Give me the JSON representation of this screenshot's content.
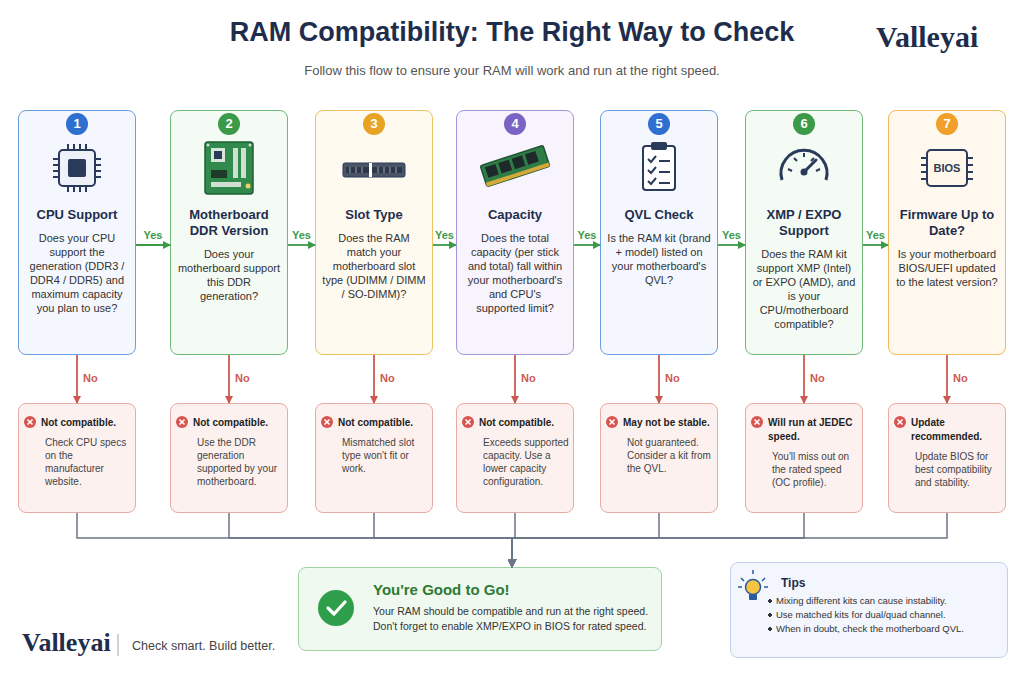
{
  "diagram": {
    "title": "RAM Compatibility: The Right Way to Check",
    "caption": "Follow this flow to ensure your RAM will work and run at the right speed.",
    "nodes": [
      {
        "text": [
          "1",
          "CPU Support",
          "Does your CPU support the generation (DDR3 / DDR4 / DDR5) and maximum capacity you plan to use?"
        ]
      },
      {
        "text": [
          "2",
          "Motherboard DDR Version",
          "Does your motherboard support this DDR generation?"
        ]
      },
      {
        "text": [
          "3",
          "Slot Type",
          "Does the RAM match your motherboard slot type (UDIMM / DIMM / SO-DIMM)?"
        ]
      },
      {
        "text": [
          "4",
          "Capacity",
          "Does the total capacity (per stick and total) fall within your motherboard's and CPU's supported limit?"
        ]
      },
      {
        "text": [
          "5",
          "QVL Check",
          "Is the RAM kit (brand + model) listed on your motherboard's QVL?"
        ]
      },
      {
        "text": [
          "6",
          "XMP / EXPO Support",
          "Does the RAM kit support XMP (Intel) or EXPO (AMD), and is your CPU/motherboard compatible?"
        ]
      },
      {
        "text": [
          "7",
          "Firmware Up to Date?",
          "Is your motherboard BIOS/UEFI updated to the latest version?"
        ]
      },
      {
        "text": [
          "Not compatible.",
          "Check CPU specs on the manufacturer website."
        ]
      },
      {
        "text": [
          "Not compatible.",
          "Use the DDR generation supported by your motherboard."
        ]
      },
      {
        "text": [
          "Not compatible.",
          "Mismatched slot type won't fit or work."
        ]
      },
      {
        "text": [
          "Not compatible.",
          "Exceeds supported capacity. Use a lower capacity configuration."
        ]
      },
      {
        "text": [
          "May not be stable.",
          "Not guaranteed. Consider a kit from the QVL."
        ]
      },
      {
        "text": [
          "Will run at JEDEC speed.",
          "You'll miss out on the rated speed (OC profile)."
        ]
      },
      {
        "text": [
          "Update recommended.",
          "Update BIOS for best compatibility and stability."
        ]
      },
      {
        "text": [
          "You're Good to Go!",
          "Your RAM should be compatible and run at the right speed. Don't forget to enable XMP/EXPO in BIOS for rated speed."
        ]
      },
      {
        "text": [
          "Tips",
          "Mixing different kits can cause instability.",
          "Use matched kits for dual/quad channel.",
          "When in doubt, check the motherboard QVL."
        ]
      }
    ],
    "edges": [
      {
        "from": 0,
        "to": 1,
        "label": "Yes",
        "arrow": "to"
      },
      {
        "from": 1,
        "to": 2,
        "label": "Yes",
        "arrow": "to"
      },
      {
        "from": 2,
        "to": 3,
        "label": "Yes",
        "arrow": "to"
      },
      {
        "from": 3,
        "to": 4,
        "label": "Yes",
        "arrow": "to"
      },
      {
        "from": 4,
        "to": 5,
        "label": "Yes",
        "arrow": "to"
      },
      {
        "from": 5,
        "to": 6,
        "label": "Yes",
        "arrow": "to"
      },
      {
        "from": 0,
        "to": 7,
        "label": "No",
        "arrow": "to"
      },
      {
        "from": 1,
        "to": 8,
        "label": "No",
        "arrow": "to"
      },
      {
        "from": 2,
        "to": 9,
        "label": "No",
        "arrow": "to"
      },
      {
        "from": 3,
        "to": 10,
        "label": "No",
        "arrow": "to"
      },
      {
        "from": 4,
        "to": 11,
        "label": "No",
        "arrow": "to"
      },
      {
        "from": 5,
        "to": 12,
        "label": "No",
        "arrow": "to"
      },
      {
        "from": 6,
        "to": 13,
        "label": "No",
        "arrow": "to"
      },
      {
        "from": 7,
        "to": 14,
        "arrow": "to"
      },
      {
        "from": 8,
        "to": 14,
        "arrow": "to"
      },
      {
        "from": 9,
        "to": 14,
        "arrow": "to"
      },
      {
        "from": 10,
        "to": 14,
        "arrow": "to"
      },
      {
        "from": 11,
        "to": 14,
        "arrow": "to"
      },
      {
        "from": 12,
        "to": 14,
        "arrow": "to"
      },
      {
        "from": 13,
        "to": 14,
        "arrow": "to"
      }
    ],
    "labels": [
      "Valleyai",
      "BIOS",
      "Valleyai",
      "Check smart. Build better."
    ]
  }
}
